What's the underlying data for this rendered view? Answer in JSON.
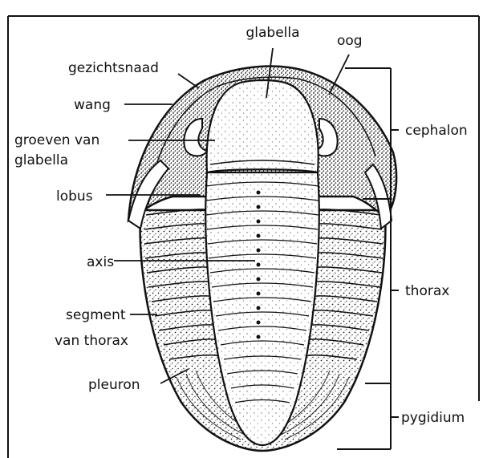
{
  "figure": {
    "labels": {
      "glabella": "glabella",
      "oog": "oog",
      "gezichtsnaad": "gezichtsnaad",
      "wang": "wang",
      "groeven_line1": "groeven van",
      "groeven_line2": "glabella",
      "lobus": "lobus",
      "axis": "axis",
      "segment_line1": "segment",
      "segment_line2": "van thorax",
      "pleuron": "pleuron"
    },
    "regions": {
      "cephalon": "cephalon",
      "thorax": "thorax",
      "pygidium": "pygidium"
    }
  }
}
